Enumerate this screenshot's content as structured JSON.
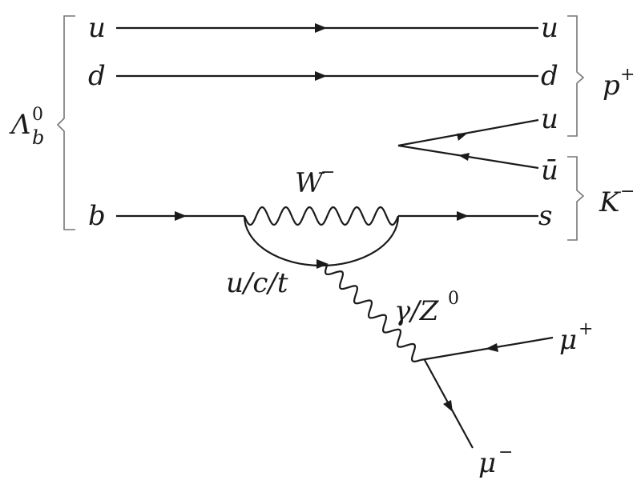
{
  "diagram": {
    "left_quarks": {
      "u": "u",
      "d": "d",
      "b": "b"
    },
    "right_quarks": {
      "u_top": "u",
      "d": "d",
      "u_mid": "u",
      "u_bar": "ū",
      "s": "s"
    },
    "lambda_label": {
      "base": "Λ",
      "sub": "b",
      "sup": "0"
    },
    "proton_label": {
      "base": "p",
      "sup": "+"
    },
    "kaon_label": {
      "base": "K",
      "sup": "−"
    },
    "w_label": {
      "base": "W",
      "sup": "−"
    },
    "loop_label": "u/c/t",
    "gamma_label": {
      "base": "γ/Z",
      "sup": "0"
    },
    "mu_plus_label": {
      "base": "μ",
      "sup": "+"
    },
    "mu_minus_label": {
      "base": "μ",
      "sup": "−"
    }
  }
}
